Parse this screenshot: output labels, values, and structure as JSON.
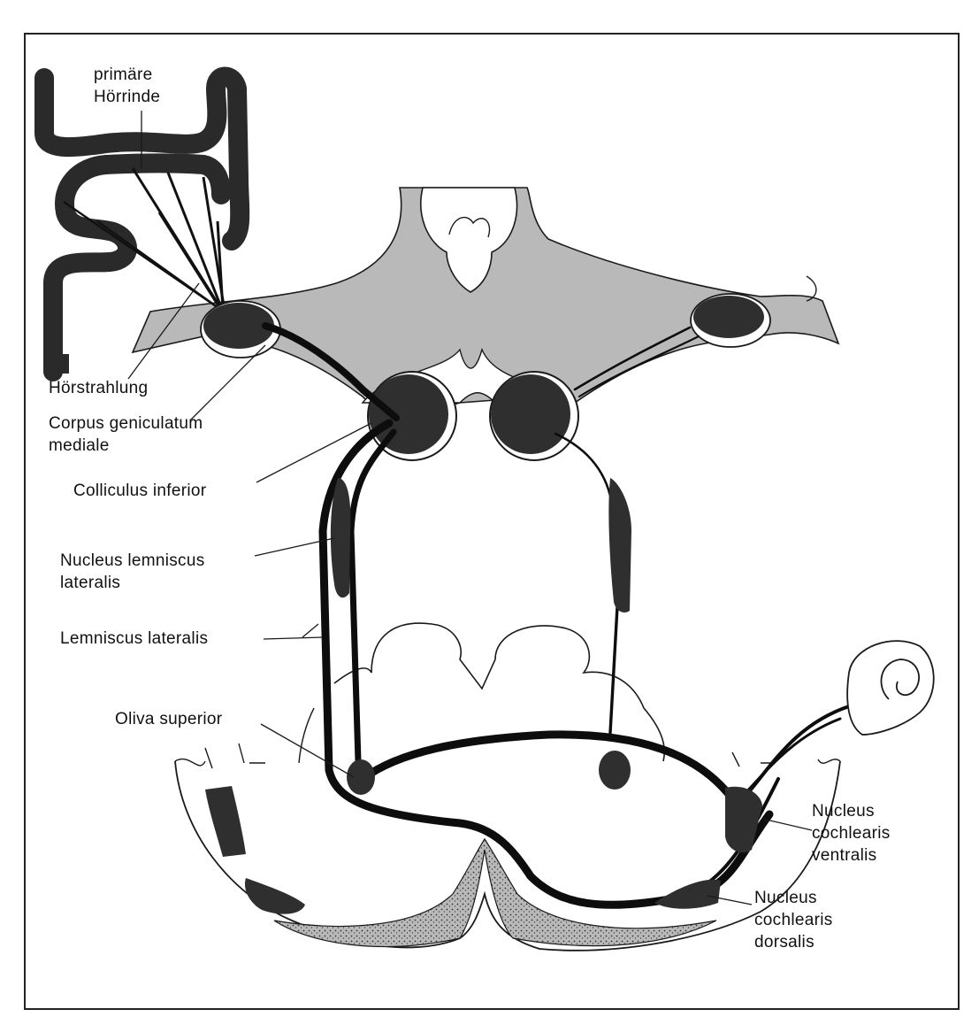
{
  "labels": {
    "primary_cortex": [
      "primäre",
      "Hörrinde"
    ],
    "auditory_radiation": "Hörstrahlung",
    "medial_geniculate": [
      "Corpus geniculatum",
      "mediale"
    ],
    "inferior_colliculus": "Colliculus inferior",
    "lateral_lemniscus_nucleus": [
      "Nucleus lemniscus",
      "lateralis"
    ],
    "lateral_lemniscus": "Lemniscus lateralis",
    "superior_olive": "Oliva superior",
    "ventral_cochlear_nucleus": [
      "Nucleus",
      "cochlearis",
      "ventralis"
    ],
    "dorsal_cochlear_nucleus": [
      "Nucleus",
      "cochlearis",
      "dorsalis"
    ]
  },
  "colors": {
    "nucleus": "#2f2f2f",
    "tract": "#0d0d0d",
    "gray_tissue": "#b9b9b9",
    "outline": "#1a1a1a"
  }
}
